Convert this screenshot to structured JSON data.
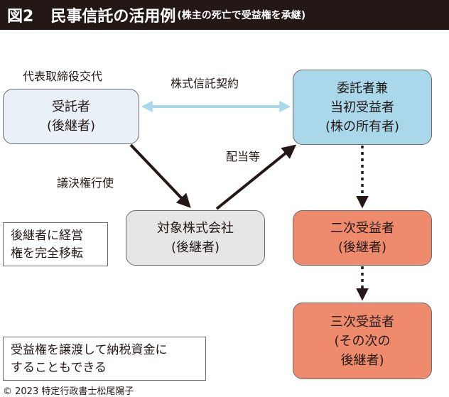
{
  "header": {
    "fig_label": "図2",
    "title": "民事信託の活用例",
    "subtitle": "(株主の死亡で受益権を承継)"
  },
  "nodes": {
    "trustee": {
      "lines": [
        "受託者",
        "(後継者)"
      ]
    },
    "settlor": {
      "lines": [
        "委託者兼",
        "当初受益者",
        "(株の所有者)"
      ]
    },
    "company": {
      "lines": [
        "対象株式会社",
        "(後継者)"
      ]
    },
    "second_beneficiary": {
      "lines": [
        "二次受益者",
        "(後継者)"
      ]
    },
    "third_beneficiary": {
      "lines": [
        "三次受益者",
        "(その次の",
        "後継者)"
      ]
    }
  },
  "labels": {
    "representative": "代表取締役交代",
    "trust_contract": "株式信託契約",
    "voting_rights": "議決権行使",
    "dividends": "配当等"
  },
  "notes": {
    "transfer": [
      "後継者に経営",
      "権を完全移転"
    ],
    "sell": [
      "受益権を譲渡して納税資金に",
      "することもできる"
    ]
  },
  "footer": {
    "copyright": "© 2023 特定行政書士松尾陽子"
  },
  "colors": {
    "title_bg": "#231815",
    "trustee_fill": "#eaf0f8",
    "settlor_fill": "#a9d8ea",
    "company_fill": "#e6e6e6",
    "beneficiary_fill": "#ee8b6c",
    "contract_arrow": "#a9d8ea"
  }
}
